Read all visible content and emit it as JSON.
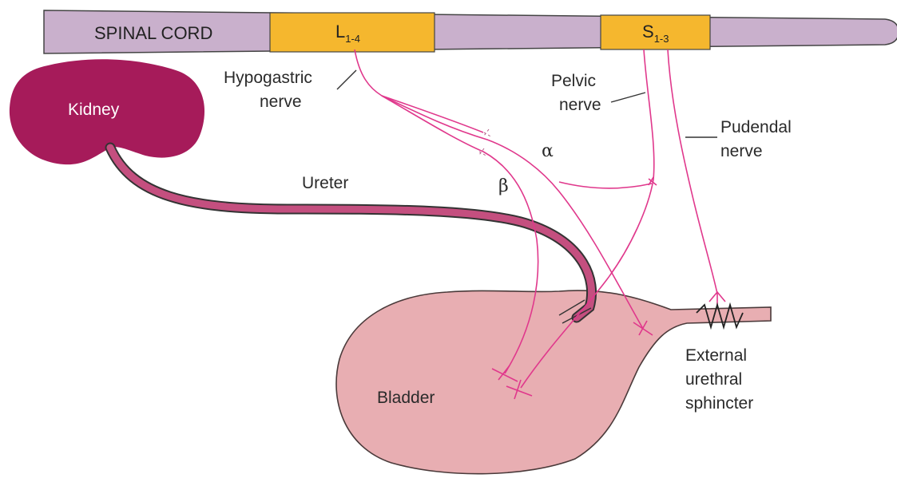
{
  "spinal_cord": {
    "label": "SPINAL CORD",
    "segment_l": {
      "letter": "L",
      "sub": "1-4"
    },
    "segment_s": {
      "letter": "S",
      "sub": "1-3"
    }
  },
  "labels": {
    "kidney": "Kidney",
    "ureter": "Ureter",
    "bladder": "Bladder",
    "hypogastric_1": "Hypogastric",
    "hypogastric_2": "nerve",
    "pelvic_1": "Pelvic",
    "pelvic_2": "nerve",
    "pudendal_1": "Pudendal",
    "pudendal_2": "nerve",
    "alpha": "α",
    "beta": "β",
    "sphincter_1": "External",
    "sphincter_2": "urethral",
    "sphincter_3": "sphincter"
  },
  "colors": {
    "cord": "#c9b0cc",
    "segment": "#f5b72e",
    "kidney": "#a61b5a",
    "bladder": "#e8aeb2",
    "nerve": "#e0388c"
  }
}
